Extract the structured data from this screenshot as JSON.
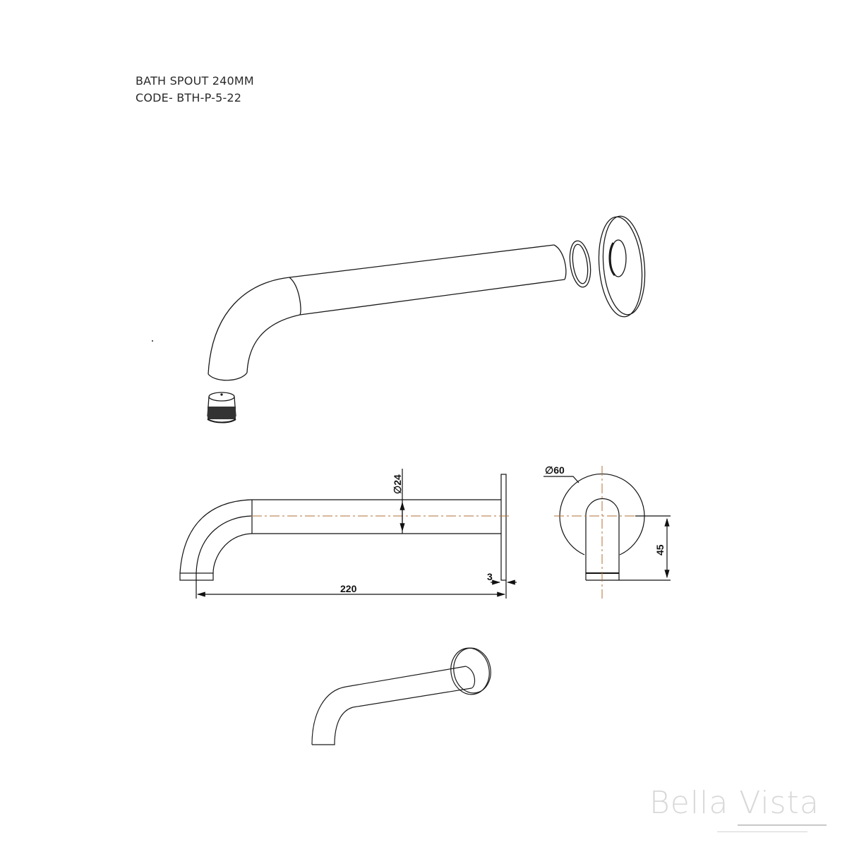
{
  "header": {
    "product_name": "BATH SPOUT 240MM",
    "product_code": "CODE- BTH-P-5-22"
  },
  "drawing": {
    "views": [
      "exploded-isometric",
      "side-elevation",
      "front-elevation",
      "assembled-isometric"
    ],
    "dimensions": {
      "pipe_diameter": "24",
      "projection_length": "220",
      "flange_thickness": "3",
      "flange_diameter": "60",
      "outlet_height": "45"
    },
    "colors": {
      "line": "#111111",
      "centerline": "#b0703a",
      "brand": "#d8d8d8"
    }
  },
  "brand": {
    "name": "Bella Vista"
  }
}
